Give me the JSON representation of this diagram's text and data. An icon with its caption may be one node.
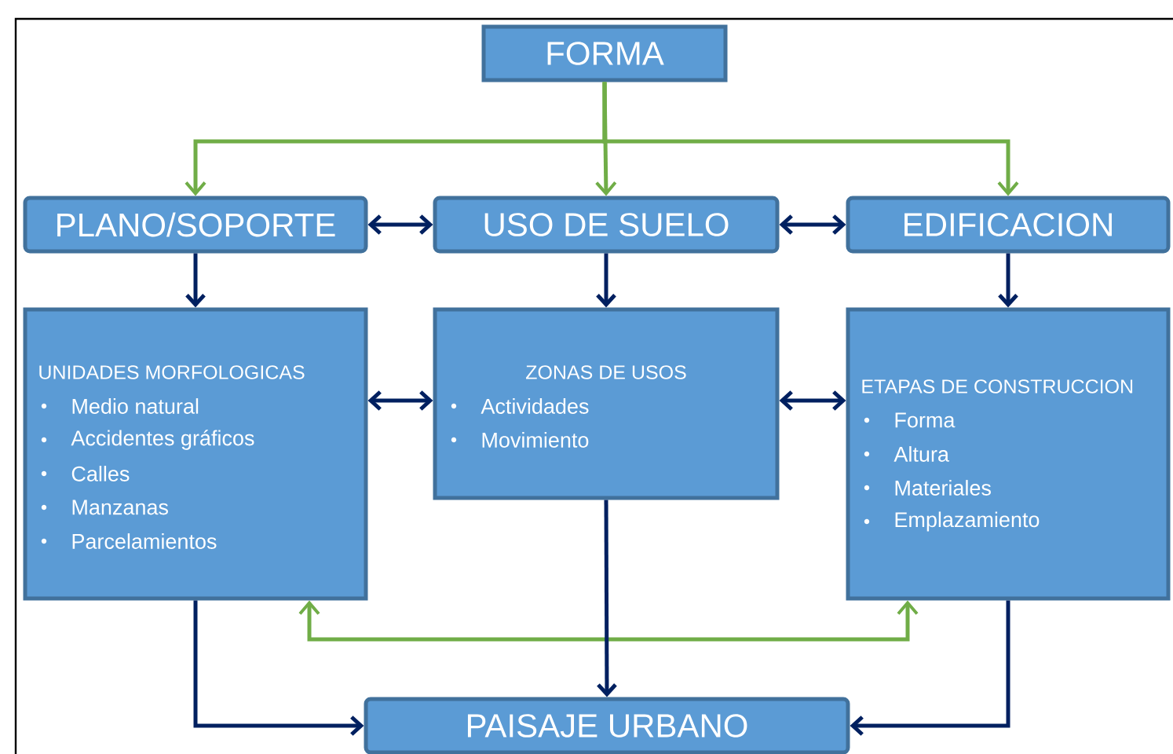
{
  "diagram": {
    "nodes": [
      {
        "text": [
          "FORMA"
        ]
      },
      {
        "text": [
          "PLANO/SOPORTE"
        ]
      },
      {
        "text": [
          "USO DE SUELO"
        ]
      },
      {
        "text": [
          "EDIFICACION"
        ]
      },
      {
        "text": [
          "UNIDADES MORFOLOGICAS",
          "Medio natural",
          "Accidentes gráficos",
          "Calles",
          "Manzanas",
          "Parcelamientos"
        ]
      },
      {
        "text": [
          "ZONAS DE USOS",
          "Actividades",
          "Movimiento"
        ]
      },
      {
        "text": [
          "ETAPAS DE CONSTRUCCION",
          "Forma",
          "Altura",
          "Materiales",
          "Emplazamiento"
        ]
      },
      {
        "text": [
          "PAISAJE URBANO"
        ]
      }
    ],
    "edges": [
      {
        "from": 0,
        "to": 1,
        "arrow": "to",
        "color": "#70ad47"
      },
      {
        "from": 0,
        "to": 2,
        "arrow": "to",
        "color": "#70ad47"
      },
      {
        "from": 0,
        "to": 3,
        "arrow": "to",
        "color": "#70ad47"
      },
      {
        "from": 1,
        "to": 2,
        "arrow": "both"
      },
      {
        "from": 2,
        "to": 3,
        "arrow": "both"
      },
      {
        "from": 1,
        "to": 4,
        "arrow": "to"
      },
      {
        "from": 2,
        "to": 5,
        "arrow": "to"
      },
      {
        "from": 3,
        "to": 6,
        "arrow": "to"
      },
      {
        "from": 4,
        "to": 5,
        "arrow": "both"
      },
      {
        "from": 5,
        "to": 6,
        "arrow": "both"
      },
      {
        "from": 4,
        "to": 6,
        "arrow": "both",
        "color": "#70ad47"
      },
      {
        "from": 4,
        "to": 7,
        "arrow": "to"
      },
      {
        "from": 5,
        "to": 7,
        "arrow": "to"
      },
      {
        "from": 6,
        "to": 7,
        "arrow": "to"
      }
    ]
  }
}
